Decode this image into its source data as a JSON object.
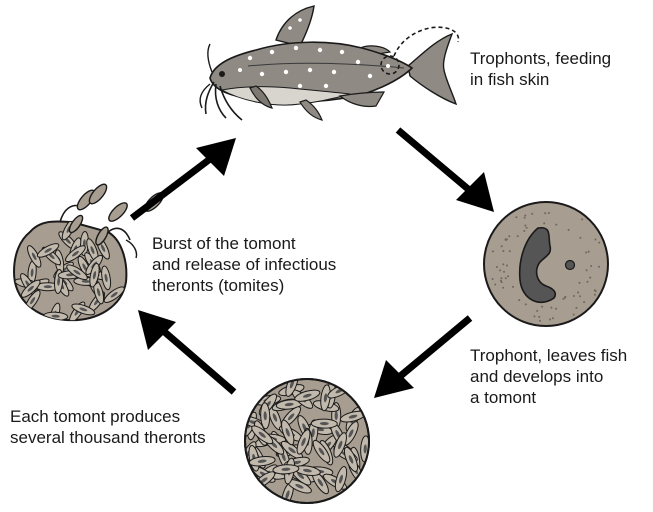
{
  "stages": {
    "trophont_feeding": {
      "lines": [
        "Trophonts, feeding",
        "in fish skin"
      ]
    },
    "trophont_leaves": {
      "lines": [
        "Trophont, leaves fish",
        "and develops into",
        "a tomont"
      ]
    },
    "tomont_produces": {
      "lines": [
        "Each tomont produces",
        "several thousand theronts"
      ]
    },
    "tomont_burst": {
      "lines": [
        "Burst of the tomont",
        "and release of infectious",
        "theronts (tomites)"
      ]
    }
  },
  "colors": {
    "cell_fill": "#a79d90",
    "fish_body": "#8f8a84",
    "fish_belly": "#d8d4ce",
    "outline": "#1a1a1a",
    "arrow": "#000000",
    "nucleus": "#555555"
  }
}
